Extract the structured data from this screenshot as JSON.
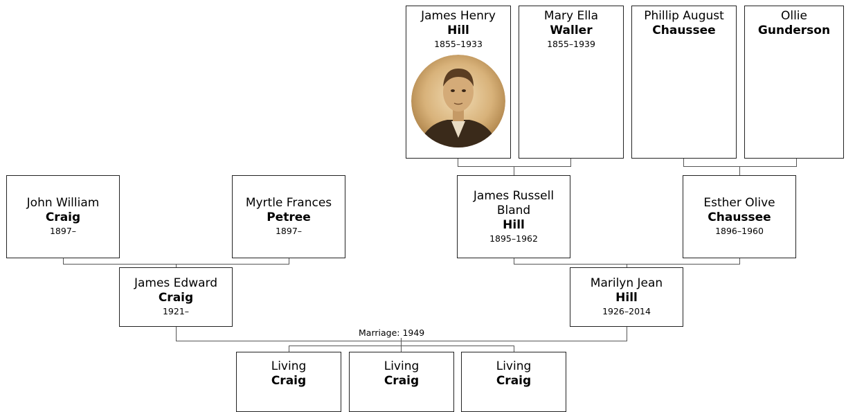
{
  "marriage_label": "Marriage: 1949",
  "people": {
    "james_henry_hill": {
      "given": "James Henry",
      "surname": "Hill",
      "dates": "1855–1933",
      "has_photo": true
    },
    "mary_ella_waller": {
      "given": "Mary Ella",
      "surname": "Waller",
      "dates": "1855–1939"
    },
    "phillip_august_chaussee": {
      "given": "Phillip August",
      "surname": "Chaussee",
      "dates": ""
    },
    "ollie_gunderson": {
      "given": "Ollie",
      "surname": "Gunderson",
      "dates": ""
    },
    "john_william_craig": {
      "given": "John William",
      "surname": "Craig",
      "dates": "1897–"
    },
    "myrtle_frances_petree": {
      "given": "Myrtle Frances",
      "surname": "Petree",
      "dates": "1897–"
    },
    "james_russell_bland_hill": {
      "given": "James Russell",
      "given2": "Bland",
      "surname": "Hill",
      "dates": "1895–1962"
    },
    "esther_olive_chaussee": {
      "given": "Esther Olive",
      "surname": "Chaussee",
      "dates": "1896–1960"
    },
    "james_edward_craig": {
      "given": "James Edward",
      "surname": "Craig",
      "dates": "1921–"
    },
    "marilyn_jean_hill": {
      "given": "Marilyn Jean",
      "surname": "Hill",
      "dates": "1926–2014"
    },
    "child_1": {
      "given": "Living",
      "surname": "Craig"
    },
    "child_2": {
      "given": "Living",
      "surname": "Craig"
    },
    "child_3": {
      "given": "Living",
      "surname": "Craig"
    }
  }
}
